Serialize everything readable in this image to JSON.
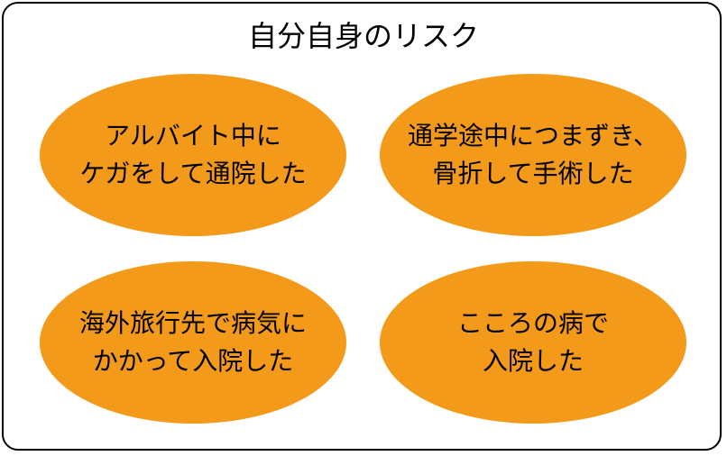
{
  "title": "自分自身のリスク",
  "colors": {
    "ellipse_fill": "#f39a1a",
    "border": "#000000",
    "text": "#000000"
  },
  "risks": [
    {
      "lines": [
        "アルバイト中に",
        "ケガをして通院した"
      ]
    },
    {
      "lines": [
        "通学途中につまずき、",
        "骨折して手術した"
      ]
    },
    {
      "lines": [
        "海外旅行先で病気に",
        "かかって入院した"
      ]
    },
    {
      "lines": [
        "こころの病で",
        "入院した"
      ]
    }
  ]
}
